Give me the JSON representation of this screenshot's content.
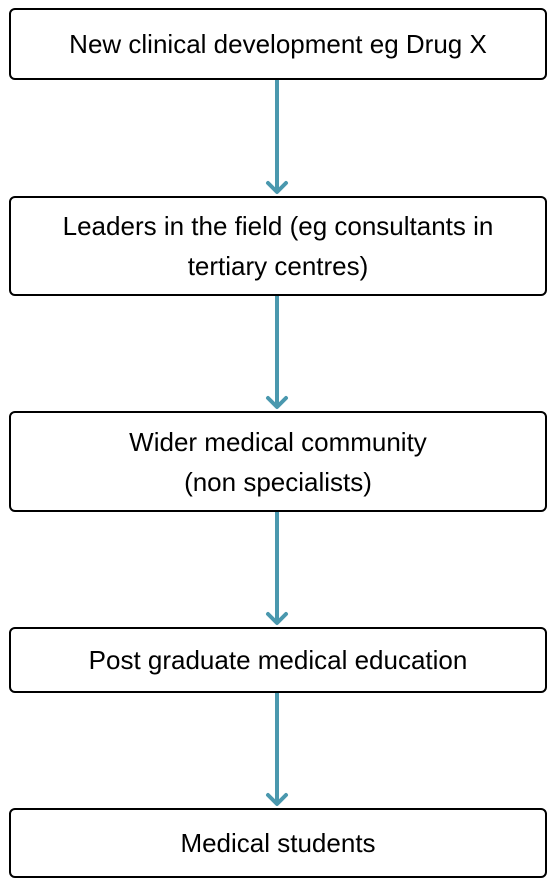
{
  "diagram": {
    "arrow_color": "#4a98ae",
    "box_border_color": "#000000",
    "nodes": [
      {
        "id": "new-clinical-development",
        "lines": [
          "New clinical development eg Drug X"
        ]
      },
      {
        "id": "leaders-in-the-field",
        "lines": [
          "Leaders in the field (eg consultants in",
          "tertiary centres)"
        ]
      },
      {
        "id": "wider-medical-community",
        "lines": [
          "Wider medical community",
          "(non specialists)"
        ]
      },
      {
        "id": "post-graduate-education",
        "lines": [
          "Post graduate medical education"
        ]
      },
      {
        "id": "medical-students",
        "lines": [
          "Medical students"
        ]
      }
    ],
    "edges": [
      {
        "from": "new-clinical-development",
        "to": "leaders-in-the-field"
      },
      {
        "from": "leaders-in-the-field",
        "to": "wider-medical-community"
      },
      {
        "from": "wider-medical-community",
        "to": "post-graduate-education"
      },
      {
        "from": "post-graduate-education",
        "to": "medical-students"
      }
    ]
  }
}
